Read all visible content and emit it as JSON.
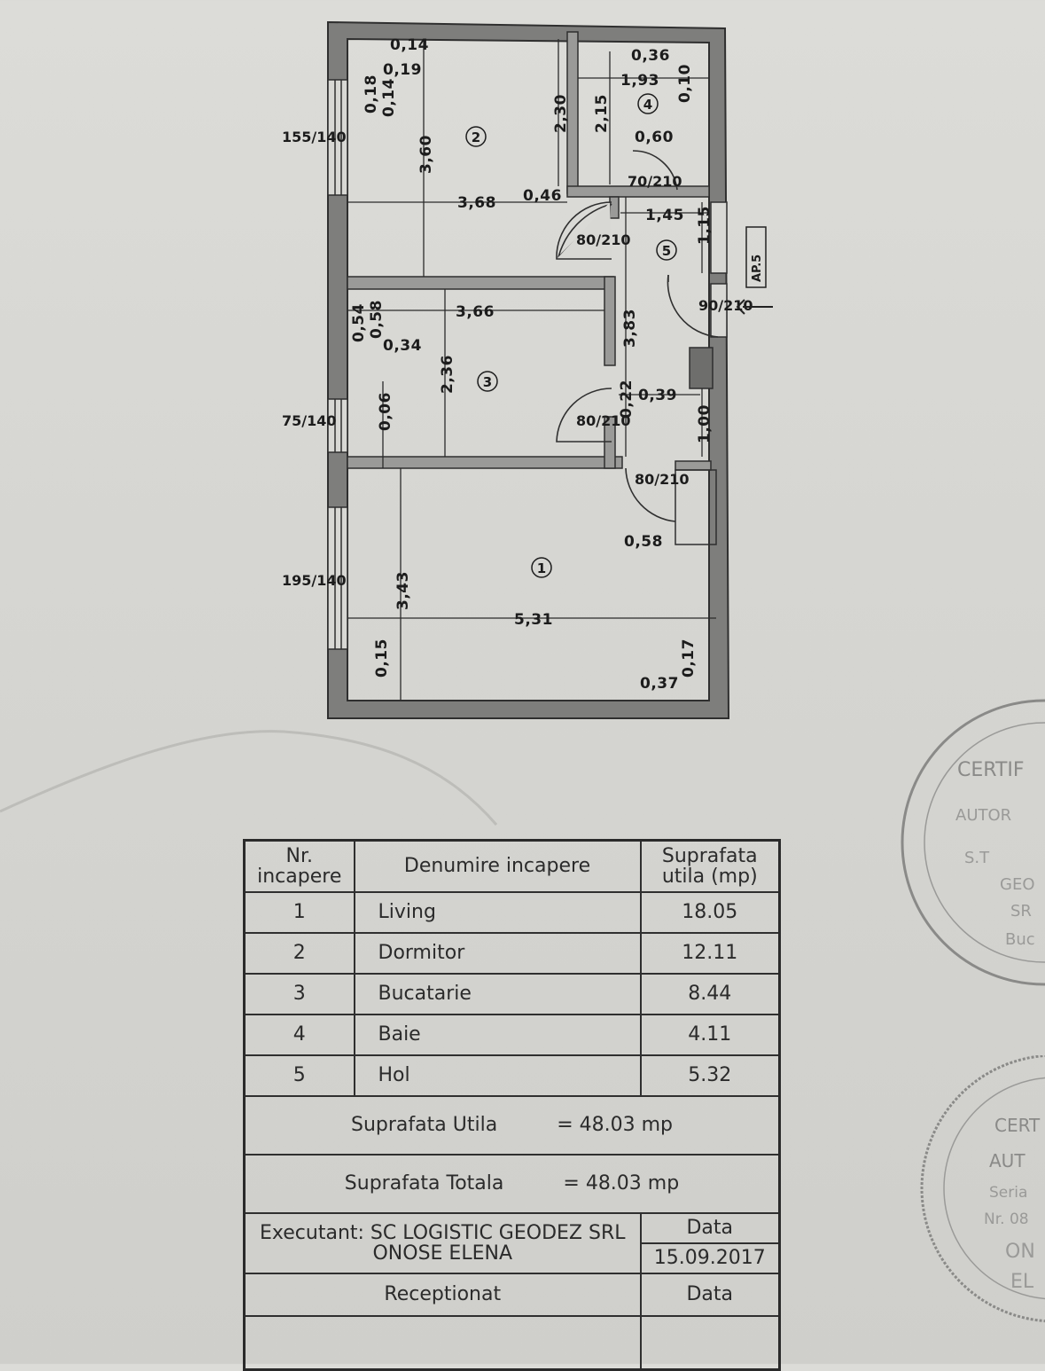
{
  "plan": {
    "ap_label": "AP.5",
    "windows": [
      "155/140",
      "75/140",
      "195/140"
    ],
    "doors": [
      "70/210",
      "80/210",
      "90/210",
      "80/210",
      "80/210"
    ],
    "room_markers": [
      "1",
      "2",
      "3",
      "4",
      "5"
    ],
    "dimensions": {
      "d_014": "0,14",
      "d_018": "0,18",
      "d_014b": "0,14",
      "d_019": "0,19",
      "d_360": "3,60",
      "d_230": "2,30",
      "d_368": "3,68",
      "d_046": "0,46",
      "d_036": "0,36",
      "d_193": "1,93",
      "d_010": "0,10",
      "d_215": "2,15",
      "d_060": "0,60",
      "d_145": "1,45",
      "d_115": "1,15",
      "d_054": "0,54",
      "d_058": "0,58",
      "d_034": "0,34",
      "d_366": "3,66",
      "d_236": "2,36",
      "d_383": "3,83",
      "d_006": "0,06",
      "d_022": "0,22",
      "d_039": "0,39",
      "d_100": "1,00",
      "d_058b": "0,58",
      "d_343": "3,43",
      "d_531": "5,31",
      "d_015": "0,15",
      "d_017": "0,17",
      "d_037": "0,37"
    }
  },
  "table": {
    "headers": {
      "nr": "Nr. incapere",
      "name": "Denumire incapere",
      "area": "Suprafata utila (mp)"
    },
    "rows": [
      {
        "nr": "1",
        "name": "Living",
        "area": "18.05"
      },
      {
        "nr": "2",
        "name": "Dormitor",
        "area": "12.11"
      },
      {
        "nr": "3",
        "name": "Bucatarie",
        "area": "8.44"
      },
      {
        "nr": "4",
        "name": "Baie",
        "area": "4.11"
      },
      {
        "nr": "5",
        "name": "Hol",
        "area": "5.32"
      }
    ],
    "util_label": "Suprafata Utila",
    "util_value": "= 48.03 mp",
    "total_label": "Suprafata Totala",
    "total_value": "= 48.03 mp",
    "executant_line1": "Executant: SC LOGISTIC GEODEZ SRL",
    "executant_line2": "ONOSE ELENA",
    "data_label": "Data",
    "data_value": "15.09.2017",
    "receptionat_label": "Receptionat",
    "data_label2": "Data"
  },
  "stamps": {
    "top_lines": [
      "CERTIF",
      "AUTOR",
      "S.T",
      "GEO",
      "SR",
      "Buc"
    ],
    "bottom_lines": [
      "CERT",
      "AUT",
      "Seria",
      "Nr. 08",
      "ON",
      "EL"
    ]
  },
  "colors": {
    "wall": "#7a7a78",
    "wall_stroke": "#3a3a3a",
    "ink": "#2b2b2b",
    "paper": "#d7d7d3"
  }
}
